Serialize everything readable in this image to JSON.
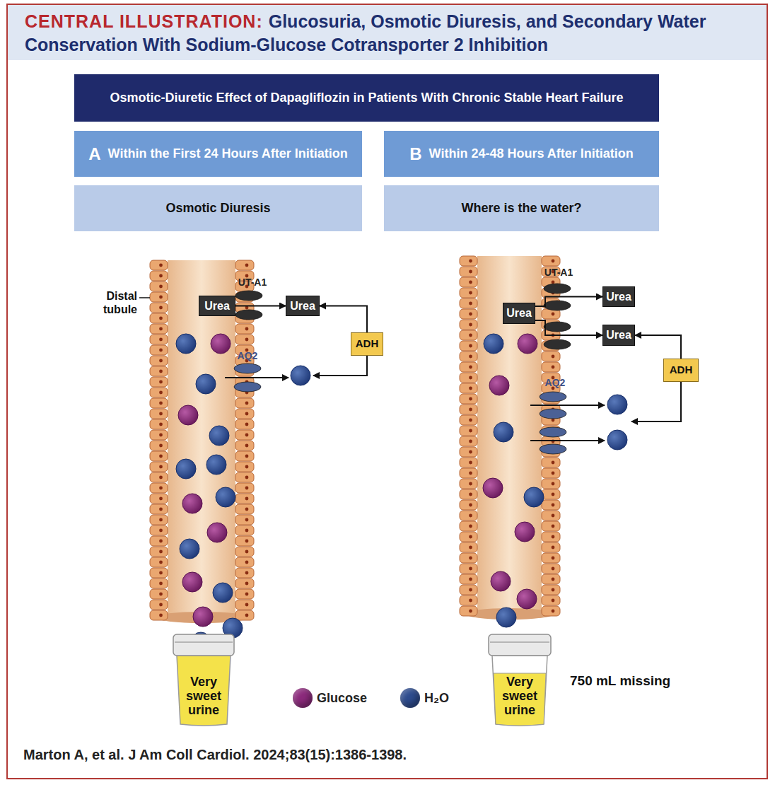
{
  "diagram": {
    "title": "Glucosuria, Osmotic Diuresis, and Secondary Water Conservation With Sodium-Glucose Cotransporter 2 Inhibition",
    "caption": "Marton A, et al. J Am Coll Cardiol. 2024;83(15):1386-1398.",
    "nodes": [
      {
        "text": [
          "Osmotic-Diuretic Effect of Dapagliflozin in Patients With Chronic Stable Heart Failure"
        ]
      },
      {
        "text": [
          "A",
          "Within the First 24 Hours After Initiation"
        ]
      },
      {
        "text": [
          "B",
          "Within 24-48 Hours After Initiation"
        ]
      },
      {
        "text": [
          "Osmotic Diuresis"
        ]
      },
      {
        "text": [
          "Where is the water?"
        ]
      },
      {
        "text": [
          "Urea"
        ]
      },
      {
        "text": [
          "Urea"
        ]
      },
      {
        "text": [
          "ADH"
        ]
      },
      {
        "text": [
          "Urea"
        ]
      },
      {
        "text": [
          "Urea"
        ]
      },
      {
        "text": [
          "Urea"
        ]
      },
      {
        "text": [
          "ADH"
        ]
      },
      {
        "text": [
          "Very sweet urine"
        ]
      },
      {
        "text": [
          "Very sweet urine"
        ]
      }
    ],
    "edges": [
      {
        "from": 5,
        "to": 6,
        "arrow": "to"
      },
      {
        "from": 7,
        "to": 6,
        "arrow": "to"
      },
      {
        "from": 8,
        "to": 9,
        "arrow": "to"
      },
      {
        "from": 8,
        "to": 10,
        "arrow": "to"
      },
      {
        "from": 11,
        "to": 10,
        "arrow": "to"
      }
    ],
    "labels": [
      "CENTRAL ILLUSTRATION:",
      "Distal tubule",
      "UT-A1",
      "AQ2",
      "UT-A1",
      "AQ2",
      "750 mL missing"
    ],
    "legend": [
      {
        "text": "Glucose",
        "color": "#8c2a7c"
      },
      {
        "text": "H₂O",
        "color": "#2e4c8e"
      }
    ]
  }
}
